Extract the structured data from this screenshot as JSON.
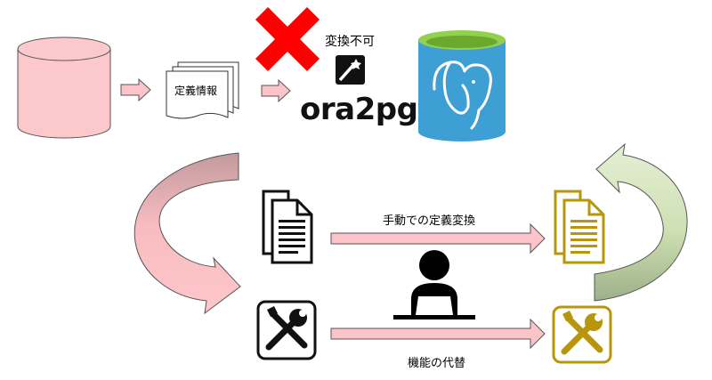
{
  "labels": {
    "definition_info": "定義情報",
    "conversion_impossible": "変換不可",
    "ora2pg": "ora2pg",
    "manual_definition_conversion": "手動での定義変換",
    "function_substitution": "機能の代替"
  },
  "colors": {
    "db_pink": "#fbc8cc",
    "arrow_pink": "#fcc4c8",
    "cross_red": "#ff0000",
    "pg_blue": "#3e9fd4",
    "pg_top": "#93d04f",
    "gold": "#b8960c",
    "green_arrow": "#cfe0b4"
  },
  "icons": [
    "database-icon",
    "document-stack-icon",
    "cross-icon",
    "wand-icon",
    "postgresql-elephant-icon",
    "document-icon",
    "tools-icon",
    "person-laptop-icon"
  ]
}
